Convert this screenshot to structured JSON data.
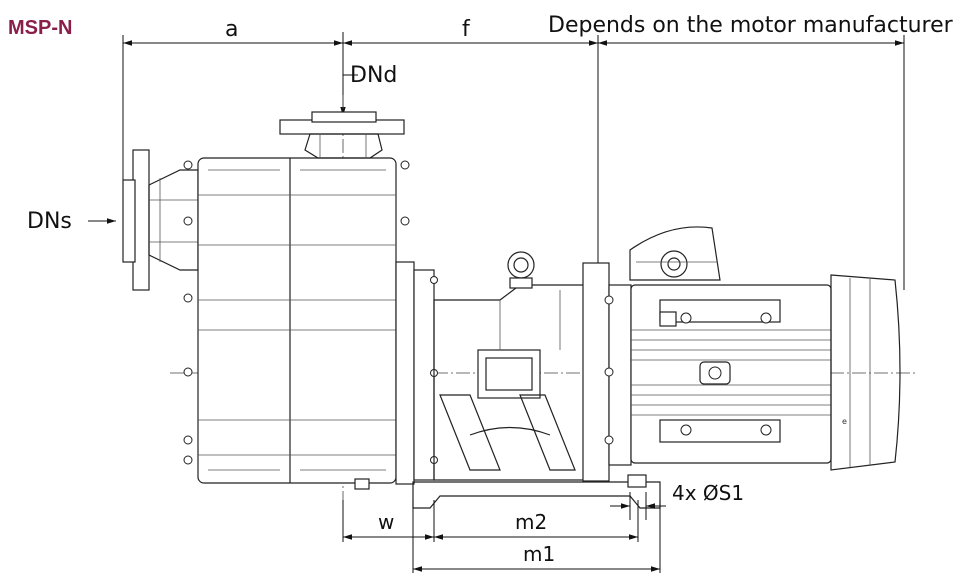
{
  "brand": {
    "model": "MSP-N",
    "color": "#8a1e4a"
  },
  "note": "Depends on the motor manufacturer",
  "dimensions": {
    "a": "a",
    "f": "f",
    "dnd": "DNd",
    "dns": "DNs",
    "w": "w",
    "m2": "m2",
    "m1": "m1",
    "s1": "4x ØS1"
  }
}
